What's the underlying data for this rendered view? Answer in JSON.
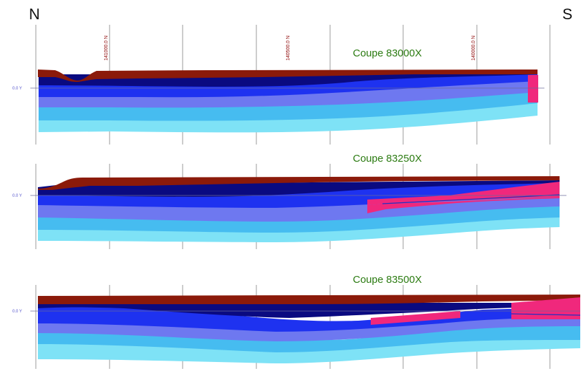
{
  "compass": {
    "north": "N",
    "south": "S"
  },
  "northing_labels": [
    "141000.0 N",
    "140500.0 N",
    "140000.0 N"
  ],
  "sections": [
    {
      "title": "Coupe 83000X",
      "level_label": "0.0 Y"
    },
    {
      "title": "Coupe 83250X",
      "level_label": "0.0 Y"
    },
    {
      "title": "Coupe 83500X",
      "level_label": "0.0 Y"
    }
  ],
  "colors": {
    "surface_layer": "#8b1a0a",
    "navy": "#0a0a80",
    "blue": "#1e32f0",
    "blue_mid": "#3c46dc",
    "periwinkle": "#6e78f0",
    "sky": "#46bcf0",
    "light_cyan": "#7ee2f6",
    "lens_pink": "#f0287c",
    "grid": "#9a9a9a",
    "label_red": "#8b0000",
    "title_green": "#2a7a10"
  }
}
